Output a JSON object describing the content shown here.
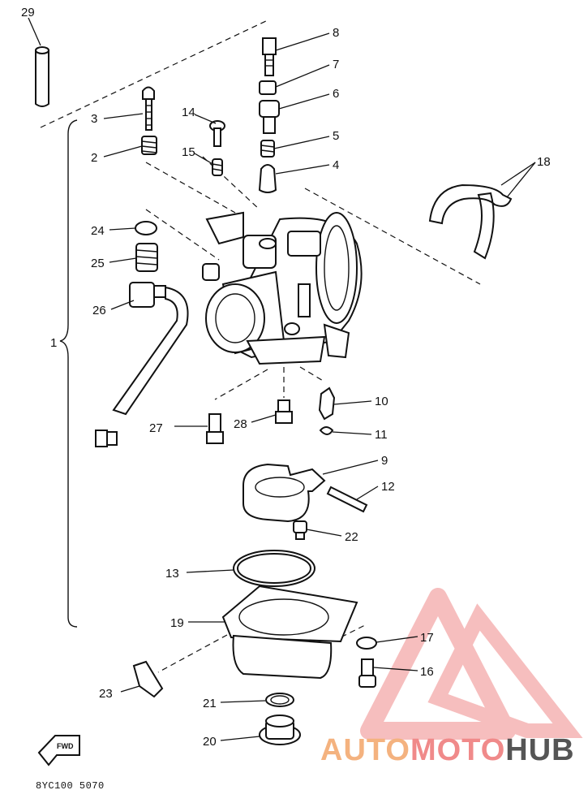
{
  "labels": {
    "1": "1",
    "2": "2",
    "3": "3",
    "4": "4",
    "5": "5",
    "6": "6",
    "7": "7",
    "8": "8",
    "9": "9",
    "10": "10",
    "11": "11",
    "12": "12",
    "13": "13",
    "14": "14",
    "15": "15",
    "16": "16",
    "17": "17",
    "18": "18",
    "19": "19",
    "20": "20",
    "21": "21",
    "22": "22",
    "23": "23",
    "24": "24",
    "25": "25",
    "26": "26",
    "27": "27",
    "28": "28",
    "29": "29"
  },
  "arrow_text": "FWD",
  "footer_code": "8YC100 5070",
  "watermark": {
    "part1": "AUTO",
    "part2": "MOTO",
    "part3": "HUB"
  },
  "colors": {
    "line": "#111111",
    "watermark_orange": "#f4b27f",
    "watermark_red": "#f08a8a",
    "watermark_gray": "#555555"
  }
}
